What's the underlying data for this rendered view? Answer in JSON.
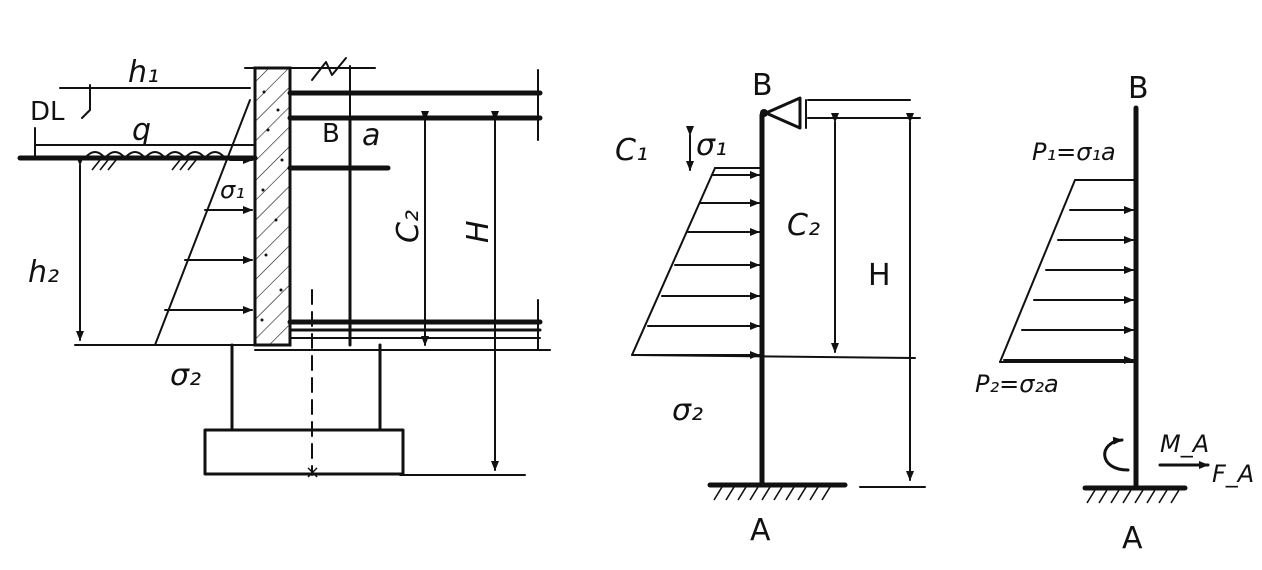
{
  "labels": {
    "h1": "h₁",
    "DL": "DL",
    "q": "q",
    "B_section": "B",
    "a_section": "a",
    "sigma1_section": "σ₁",
    "h2": "h₂",
    "C2_section": "C₂",
    "H_section": "H",
    "sigma2_section": "σ₂",
    "B_model": "B",
    "C1_model": "C₁",
    "sigma1_model": "σ₁",
    "C2_model": "C₂",
    "H_model": "H",
    "sigma2_model": "σ₂",
    "A_model": "A",
    "B_fbd": "B",
    "P1_fbd": "P₁=σ₁a",
    "P2_fbd": "P₂=σ₂a",
    "MA_fbd": "M_A",
    "FA_fbd": "F_A",
    "A_fbd": "A"
  },
  "colors": {
    "ink": "#111111",
    "paper": "#ffffff"
  },
  "load_profile": {
    "arrow_count_model": 7,
    "arrow_count_fbd": 6,
    "arrow_count_section": 4
  }
}
